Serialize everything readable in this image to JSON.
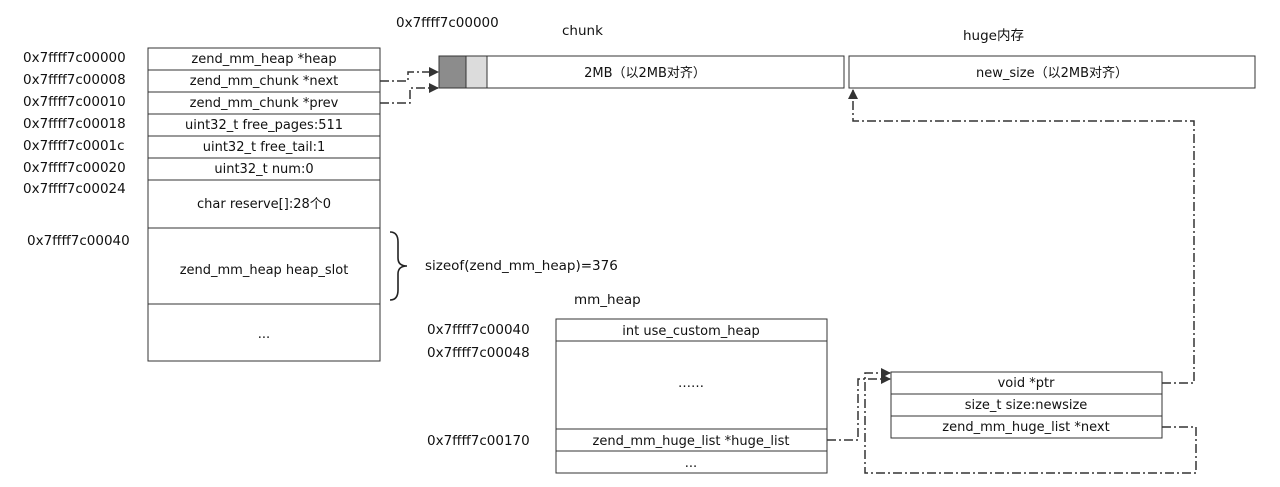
{
  "heap": {
    "addresses": [
      "0x7ffff7c00000",
      "0x7ffff7c00008",
      "0x7ffff7c00010",
      "0x7ffff7c00018",
      "0x7ffff7c0001c",
      "0x7ffff7c00020",
      "0x7ffff7c00024",
      "0x7ffff7c00040"
    ],
    "fields": [
      "zend_mm_heap *heap",
      "zend_mm_chunk *next",
      "zend_mm_chunk  *prev",
      "uint32_t  free_pages:511",
      "uint32_t  free_tail:1",
      "uint32_t num:0",
      "char  reserve[]:28个0",
      "zend_mm_heap  heap_slot",
      "..."
    ],
    "sizeof_note": "sizeof(zend_mm_heap)=376"
  },
  "chunk": {
    "address": "0x7ffff7c00000",
    "title": "chunk",
    "label": "2MB（以2MB对齐）"
  },
  "huge": {
    "title": "huge内存",
    "label": "new_size（以2MB对齐）"
  },
  "mm_heap": {
    "title": "mm_heap",
    "addresses": [
      "0x7ffff7c00040",
      "0x7ffff7c00048",
      "0x7ffff7c00170"
    ],
    "fields": [
      "int  use_custom_heap",
      "……",
      "zend_mm_huge_list *huge_list",
      "..."
    ]
  },
  "huge_list": {
    "fields": [
      "void *ptr",
      "size_t  size:newsize",
      "zend_mm_huge_list *next"
    ]
  },
  "colors": {
    "stroke": "#333333",
    "chunk_dark": "#8c8c8c",
    "chunk_light": "#dcdcdc"
  }
}
